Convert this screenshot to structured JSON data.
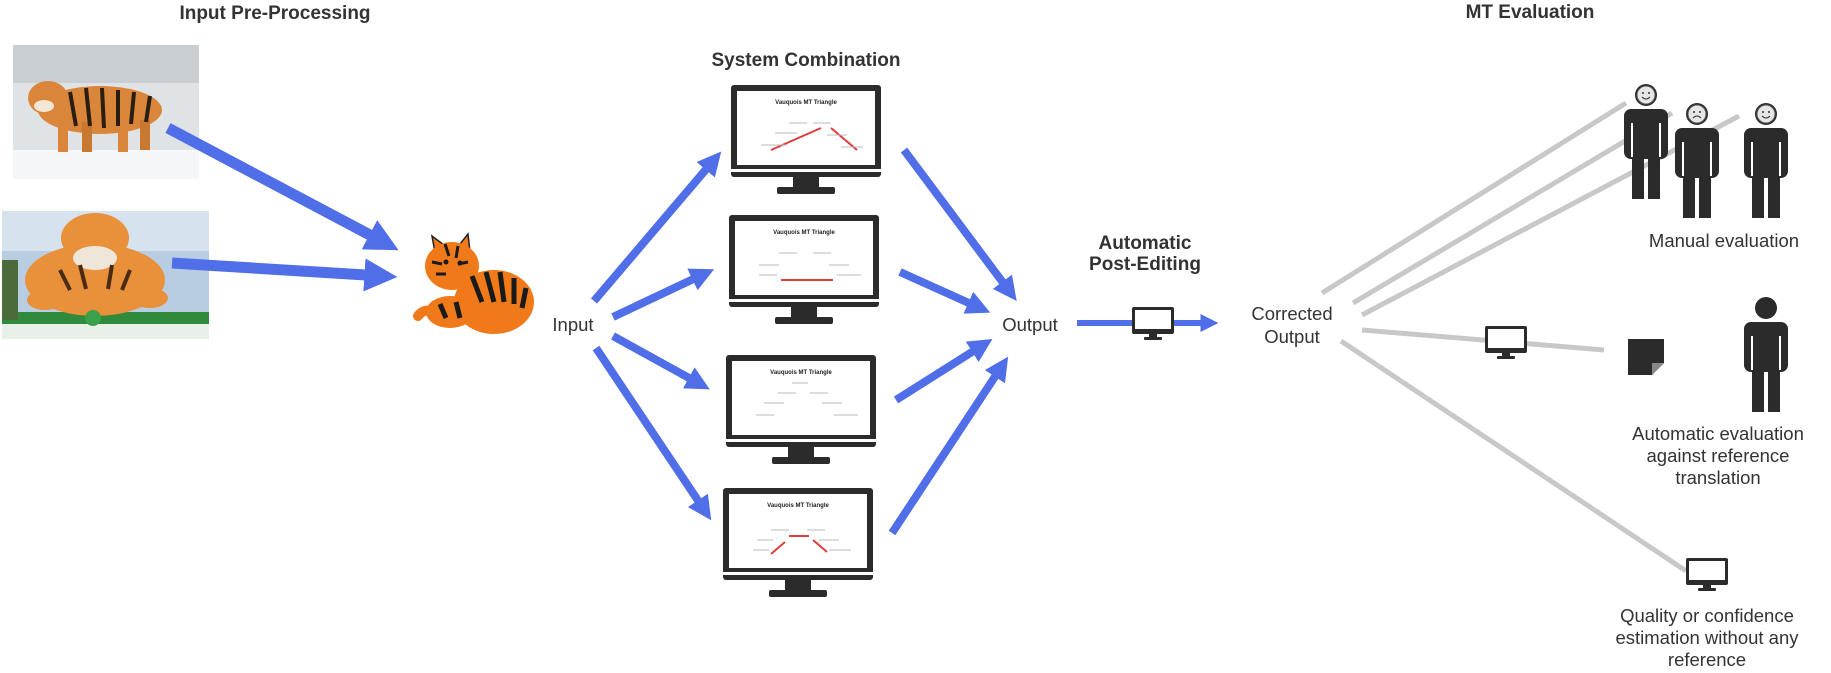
{
  "headings": {
    "input_preprocessing": "Input Pre-Processing",
    "system_combination": "System Combination",
    "automatic_post_editing": [
      "Automatic",
      "Post-Editing"
    ],
    "mt_evaluation": "MT Evaluation"
  },
  "labels": {
    "input": "Input",
    "output": "Output",
    "corrected_output": [
      "Corrected",
      "Output"
    ],
    "manual_evaluation": "Manual evaluation",
    "automatic_evaluation": [
      "Automatic evaluation",
      "against reference",
      "translation"
    ],
    "quality_estimation": [
      "Quality or confidence",
      "estimation without any",
      "reference"
    ]
  },
  "monitor_screen": {
    "title": "Vauquois MT Triangle"
  },
  "colors": {
    "arrow_blue": "#4f6ee8",
    "line_gray": "#c8c8c8",
    "device_dark": "#2b2b2b",
    "tiger_orange": "#f07a1a",
    "screen_arrow_red": "#e23b3b"
  },
  "icons": {
    "tiger_photo": "tiger-photo",
    "tiger_statue_photo": "tiger-statue-photo",
    "cartoon_tiger": "cartoon-tiger-icon",
    "monitor": "monitor-icon",
    "person": "person-icon",
    "document": "document-icon",
    "smiley": "smiley-face-icon",
    "frowny": "frowny-face-icon"
  }
}
